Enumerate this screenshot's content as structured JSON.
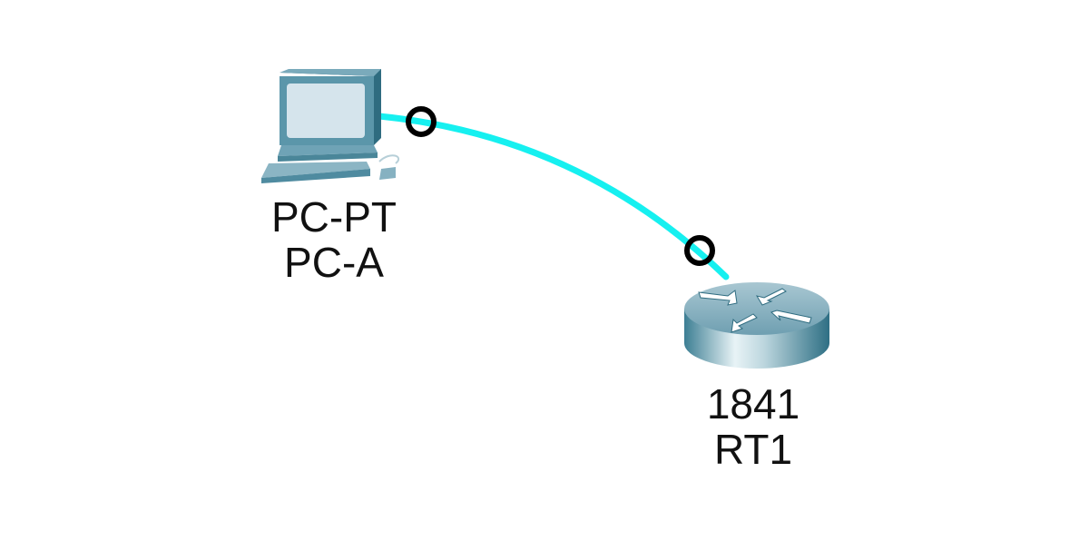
{
  "devices": [
    {
      "id": "pc",
      "type": "pc-icon",
      "model": "PC-PT",
      "name": "PC-A"
    },
    {
      "id": "router",
      "type": "router-icon",
      "model": "1841",
      "name": "RT1"
    }
  ],
  "links": [
    {
      "from": "PC-A",
      "to": "RT1",
      "cable": "copper-crossover",
      "color": "#00ffff",
      "endpoint_status_color": "#000000"
    }
  ],
  "colors": {
    "cable": "#16f0f0",
    "device_dark": "#3e8399",
    "device_mid": "#6fa4b5",
    "device_light": "#d7e5ec",
    "label": "#111111"
  }
}
